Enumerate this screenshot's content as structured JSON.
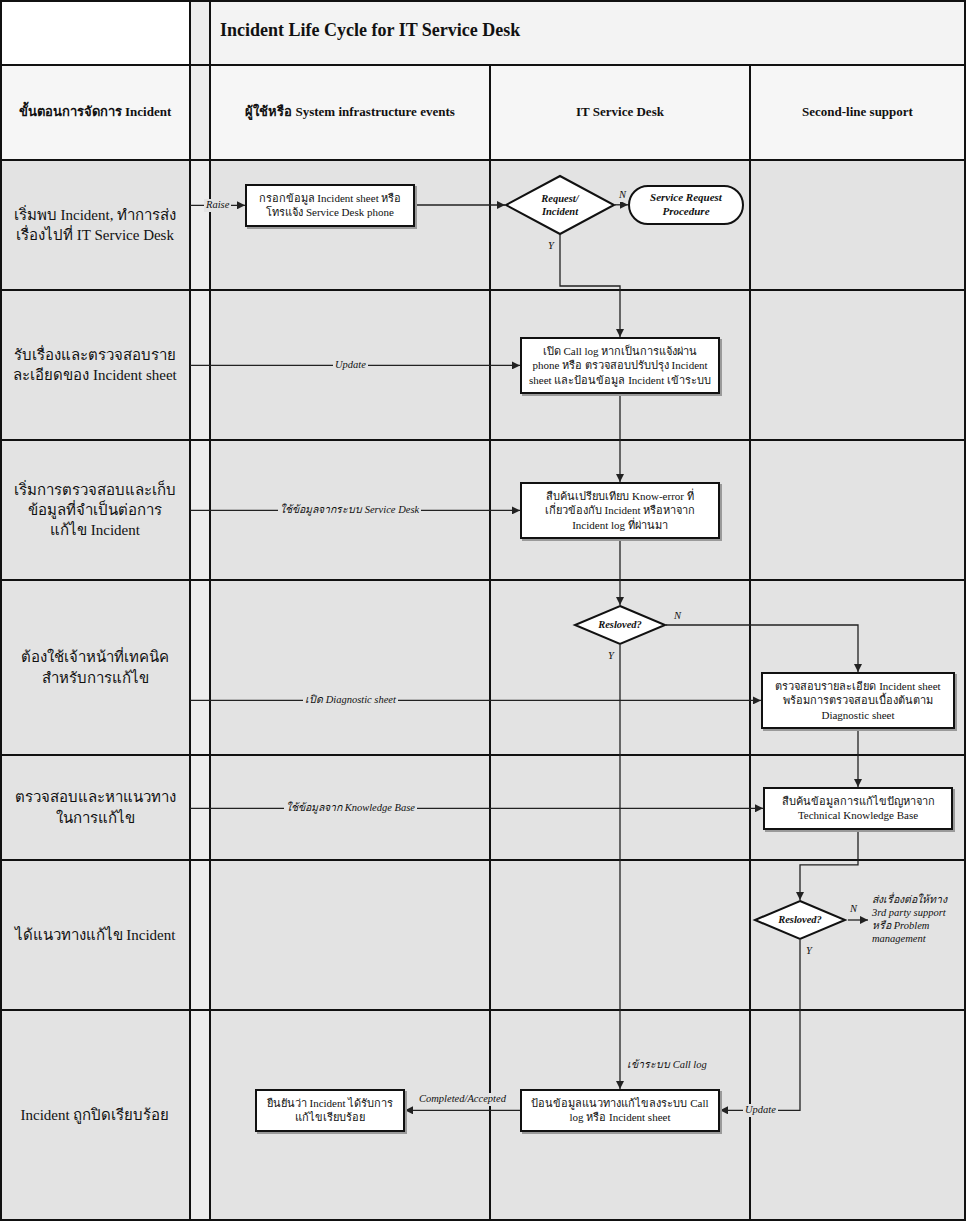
{
  "diagram": {
    "title": "Incident Life Cycle for IT Service Desk",
    "nodes": [
      {
        "text": [
          "ขั้นตอนการจัดการ Incident"
        ]
      },
      {
        "text": [
          "ผู้ใช้หรือ System infrastructure events"
        ]
      },
      {
        "text": [
          "IT Service Desk"
        ]
      },
      {
        "text": [
          "Second-line support"
        ]
      },
      {
        "text": [
          "เริ่มพบ Incident, ทำการส่งเรื่องไปที่ IT Service Desk"
        ]
      },
      {
        "text": [
          "รับเรื่องและตรวจสอบรายละเอียดของ Incident sheet"
        ]
      },
      {
        "text": [
          "เริ่มการตรวจสอบและเก็บข้อมูลที่จำเป็นต่อการแก้ไข Incident"
        ]
      },
      {
        "text": [
          "ต้องใช้เจ้าหน้าที่เทคนิคสำหรับการแก้ไข"
        ]
      },
      {
        "text": [
          "ตรวจสอบและหาแนวทางในการแก้ไข"
        ]
      },
      {
        "text": [
          "ได้แนวทางแก้ไข Incident"
        ]
      },
      {
        "text": [
          "Incident ถูกปิดเรียบร้อย"
        ]
      },
      {
        "text": [
          "กรอกข้อมูล Incident sheet หรือโทรแจ้ง Service Desk phone"
        ]
      },
      {
        "text": [
          "Request/ Incident"
        ]
      },
      {
        "text": [
          "Service Request Procedure"
        ]
      },
      {
        "text": [
          "เปิด Call log หากเป็นการแจ้งผ่าน phone หรือ ตรวจสอบปรับปรุง Incident sheet และป้อนข้อมูล Incident เข้าระบบ"
        ]
      },
      {
        "text": [
          "สืบค้นเปรียบเทียบ Know-error ที่เกี่ยวข้องกับ Incident หรือหาจาก Incident log ที่ผ่านมา"
        ]
      },
      {
        "text": [
          "Resloved?"
        ]
      },
      {
        "text": [
          "ตรวจสอบรายละเอียด Incident sheet พร้อมการตรวจสอบเบื้องต้นตาม Diagnostic sheet"
        ]
      },
      {
        "text": [
          "สืบค้นข้อมูลการแก้ไขปัญหาจาก Technical Knowledge Base"
        ]
      },
      {
        "text": [
          "Resloved?"
        ]
      },
      {
        "text": [
          "ป้อนข้อมูลแนวทางแก้ไขลงระบบ Call log หรือ Incident sheet"
        ]
      },
      {
        "text": [
          "ยืนยันว่า Incident ได้รับการแก้ไขเรียบร้อย"
        ]
      }
    ],
    "edges": [
      {
        "from": 4,
        "to": 11,
        "label": "Raise",
        "arrow": "to"
      },
      {
        "from": 11,
        "to": 12,
        "arrow": "to"
      },
      {
        "from": 12,
        "to": 13,
        "label": "N",
        "arrow": "to"
      },
      {
        "from": 12,
        "to": 14,
        "label": "Y",
        "arrow": "to"
      },
      {
        "from": 5,
        "to": 14,
        "label": "Update",
        "arrow": "to"
      },
      {
        "from": 14,
        "to": 15,
        "arrow": "to"
      },
      {
        "from": 6,
        "to": 15,
        "label": "ใช้ข้อมูลจากระบบ Service Desk",
        "arrow": "to"
      },
      {
        "from": 15,
        "to": 16,
        "arrow": "to"
      },
      {
        "from": 16,
        "to": 17,
        "label": "N",
        "arrow": "to"
      },
      {
        "from": 16,
        "to": 20,
        "label": "Y",
        "arrow": "to"
      },
      {
        "from": 7,
        "to": 17,
        "label": "เปิด Diagnostic sheet",
        "arrow": "to"
      },
      {
        "from": 17,
        "to": 18,
        "arrow": "to"
      },
      {
        "from": 8,
        "to": 18,
        "label": "ใช้ข้อมูลจาก Knowledge Base",
        "arrow": "to"
      },
      {
        "from": 18,
        "to": 19,
        "arrow": "to"
      },
      {
        "from": 19,
        "to": 20,
        "label": "Update",
        "arrow": "to"
      },
      {
        "from": 20,
        "to": 21,
        "label": "Completed/Accepted",
        "arrow": "to"
      }
    ],
    "labels": [
      "Y",
      "N",
      "ส่งเรื่องต่อให้ทาง 3rd party support หรือ Problem management",
      "เข้าระบบ Call log"
    ]
  }
}
